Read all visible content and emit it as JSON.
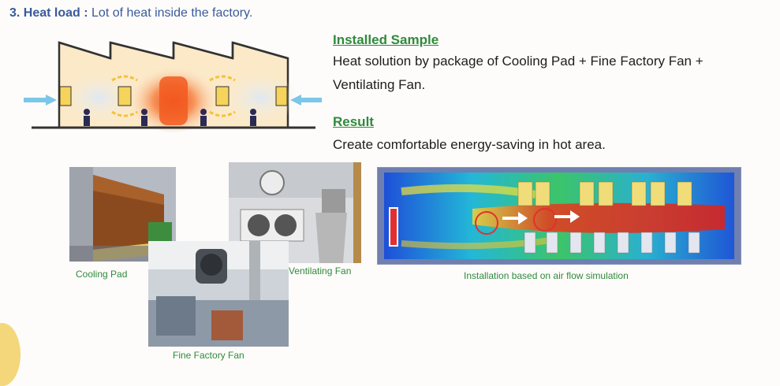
{
  "heading": {
    "number": "3. Heat load :",
    "text": "Lot of heat inside the factory."
  },
  "installed_sample": {
    "title": "Installed Sample",
    "line1": "Heat solution by package of Cooling Pad + Fine Factory Fan +",
    "line2": "Ventilating Fan."
  },
  "result": {
    "title": "Result",
    "text": "Create comfortable energy-saving in hot area."
  },
  "captions": {
    "cooling_pad": "Cooling Pad",
    "ventilating_fan": "Ventilating Fan",
    "fine_factory_fan": "Fine Factory Fan",
    "simulation": "Installation based on air flow simulation"
  },
  "colors": {
    "heading": "#3a5a9c",
    "section_title": "#2f8a3c",
    "caption": "#2f8a3c",
    "body_text": "#1e1e1e"
  }
}
